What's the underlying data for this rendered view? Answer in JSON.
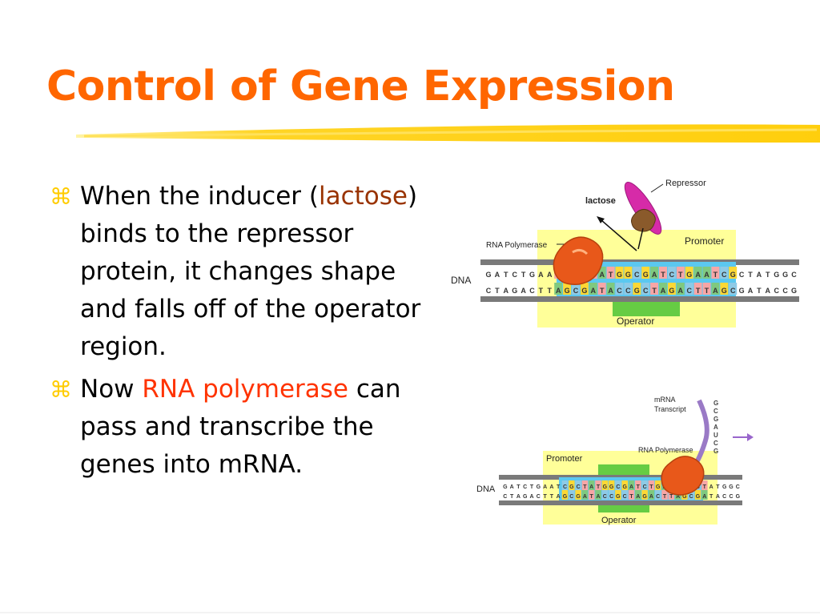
{
  "slide": {
    "title": "Control of Gene Expression",
    "bullets": [
      {
        "before": "When the inducer (",
        "highlight": "lactose",
        "after": ") binds to the repressor protein, it changes shape and falls off of the operator region."
      },
      {
        "before": "Now ",
        "highlight": "RNA polymerase",
        "after": " can pass and transcribe the genes into mRNA."
      }
    ],
    "bullet_glyph": "⌘"
  },
  "diagram_top": {
    "labels": {
      "repressor": "Repressor",
      "lactose": "lactose",
      "rna_polymerase": "RNA Polymerase",
      "promoter": "Promoter",
      "dna": "DNA",
      "operator": "Operator"
    },
    "strand_top": "GATCTGAATCGCTATGGCGATCTGAATCGCTATGGC",
    "strand_bottom": "CTAGACTTAGCGATACCGCTAGACTTAGCGATACCG"
  },
  "diagram_bottom": {
    "labels": {
      "mrna": "mRNA",
      "transcript": "Transcript",
      "rna_polymerase": "RNA Polymerase",
      "promoter": "Promoter",
      "dna": "DNA",
      "operator": "Operator",
      "arrow": "→"
    },
    "strand_top": "GATCTGAATCGCTATGGCGATCTGAATCGCTATGGC",
    "strand_bottom": "CTAGACTTAGCGATACCGCTAGACTTAGCGATACCG",
    "mrna_seq": "GCGAUCG"
  },
  "colors": {
    "title": "#ff6600",
    "bullet_mark": "#ffcc00",
    "lactose": "#993300",
    "rna_polymerase": "#ff3300",
    "promoter_box": "#ffff99",
    "operator_box": "#66cc44",
    "dna_band": "#5bc8f0",
    "backbone": "#7a7a7a",
    "repressor": "#d62ba8",
    "polymerase": "#e8581a",
    "arrow": "#9966cc",
    "base_A": "#7fc97f",
    "base_T": "#f7a6a6",
    "base_G": "#fdd835",
    "base_C": "#8ecae6"
  }
}
